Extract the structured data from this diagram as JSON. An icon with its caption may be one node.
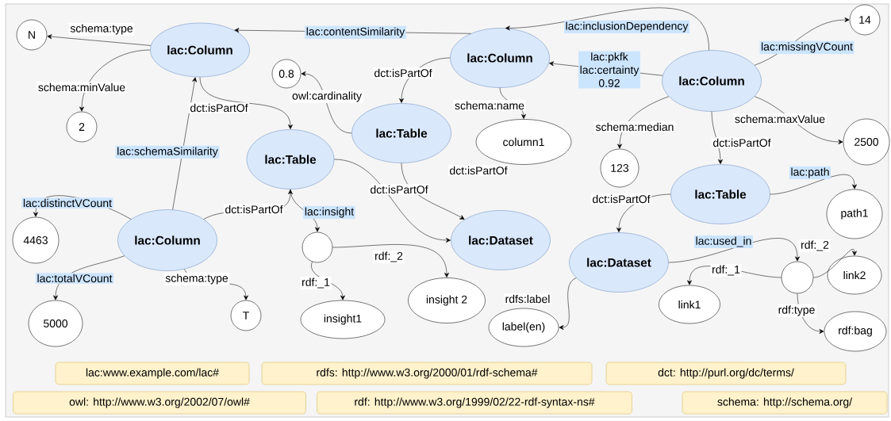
{
  "diagram": {
    "nodes": [
      {
        "text": [
          "N"
        ]
      },
      {
        "text": [
          "lac:Column"
        ]
      },
      {
        "text": [
          "2"
        ]
      },
      {
        "text": [
          "0.8"
        ]
      },
      {
        "text": [
          "lac:Column"
        ]
      },
      {
        "text": [
          "lac:Table"
        ]
      },
      {
        "text": [
          "lac:Table"
        ]
      },
      {
        "text": [
          "column1"
        ]
      },
      {
        "text": [
          "lac:Column"
        ]
      },
      {
        "text": [
          "14"
        ]
      },
      {
        "text": [
          "123"
        ]
      },
      {
        "text": [
          "2500"
        ]
      },
      {
        "text": [
          "lac:Column"
        ]
      },
      {
        "text": [
          "4463"
        ]
      },
      {
        "text": [
          "lac:Dataset"
        ]
      },
      {
        "text": [
          "lac:Table"
        ]
      },
      {
        "text": [
          "path1"
        ]
      },
      {
        "text": [],
        "shape": "circle"
      },
      {
        "text": [
          "lac:Dataset"
        ]
      },
      {
        "text": [
          "link2"
        ]
      },
      {
        "text": [],
        "shape": "circle"
      },
      {
        "text": [
          "link1"
        ]
      },
      {
        "text": [
          "5000"
        ]
      },
      {
        "text": [
          "T"
        ]
      },
      {
        "text": [
          "insight 2"
        ]
      },
      {
        "text": [
          "insight1"
        ]
      },
      {
        "text": [
          "label(en)"
        ]
      },
      {
        "text": [
          "rdf:bag"
        ]
      },
      {
        "text": [
          "lac:www.example.com/lac#"
        ]
      },
      {
        "text": [
          "rdfs: http://www.w3.org/2000/01/rdf-schema#"
        ]
      },
      {
        "text": [
          "dct: http://purl.org/dc/terms/"
        ]
      },
      {
        "text": [
          "owl: http://www.w3.org/2002/07/owl#"
        ]
      },
      {
        "text": [
          "rdf: http://www.w3.org/1999/02/22-rdf-syntax-ns#"
        ]
      },
      {
        "text": [
          "schema: http://schema.org/"
        ]
      }
    ],
    "edges": [
      {
        "from": 1,
        "to": 0,
        "arrow": "to",
        "label": "schema:type"
      },
      {
        "from": 4,
        "to": 1,
        "arrow": "to",
        "label": "lac:contentSimilarity"
      },
      {
        "from": 8,
        "to": 4,
        "arrow": "to",
        "label": "lac:inclusionDependency"
      },
      {
        "from": 8,
        "to": 4,
        "arrow": "to",
        "label": "lac:pkfk lac:certainty 0.92"
      },
      {
        "from": 8,
        "to": 9,
        "arrow": "to",
        "label": "lac:missingVCount"
      },
      {
        "from": 1,
        "to": 2,
        "arrow": "to",
        "label": "schema:minValue"
      },
      {
        "from": 1,
        "to": 5,
        "arrow": "to",
        "label": "dct:isPartOf"
      },
      {
        "from": 12,
        "to": 1,
        "arrow": "to",
        "label": "lac:schemaSimilarity"
      },
      {
        "from": 4,
        "to": 6,
        "arrow": "to",
        "label": "dct:isPartOf"
      },
      {
        "from": 6,
        "to": 3,
        "arrow": "to",
        "label": "owl:cardinality"
      },
      {
        "from": 4,
        "to": 7,
        "arrow": "to",
        "label": "schema:name"
      },
      {
        "from": 8,
        "to": 10,
        "arrow": "to",
        "label": "schema:median"
      },
      {
        "from": 8,
        "to": 11,
        "arrow": "to",
        "label": "schema:maxValue"
      },
      {
        "from": 8,
        "to": 15,
        "arrow": "to",
        "label": "dct:isPartOf"
      },
      {
        "from": 12,
        "to": 5,
        "arrow": "to",
        "label": "dct:isPartOf"
      },
      {
        "from": 12,
        "to": 13,
        "arrow": "to",
        "label": "lac:distinctVCount"
      },
      {
        "from": 12,
        "to": 22,
        "arrow": "to",
        "label": "lac:totalVCount"
      },
      {
        "from": 12,
        "to": 23,
        "arrow": "to",
        "label": "schema:type"
      },
      {
        "from": 5,
        "to": 17,
        "arrow": "to",
        "label": "lac:insight"
      },
      {
        "from": 5,
        "to": 14,
        "arrow": "to",
        "label": "dct:isPartOf"
      },
      {
        "from": 6,
        "to": 14,
        "arrow": "to",
        "label": "dct:isPartOf"
      },
      {
        "from": 15,
        "to": 16,
        "arrow": "to",
        "label": "lac:path"
      },
      {
        "from": 15,
        "to": 18,
        "arrow": "to",
        "label": "dct:isPartOf"
      },
      {
        "from": 18,
        "to": 20,
        "arrow": "to",
        "label": "lac:used_in"
      },
      {
        "from": 20,
        "to": 21,
        "arrow": "to",
        "label": "rdf:_1"
      },
      {
        "from": 20,
        "to": 19,
        "arrow": "to",
        "label": "rdf:_2"
      },
      {
        "from": 20,
        "to": 27,
        "arrow": "to",
        "label": "rdf:type"
      },
      {
        "from": 17,
        "to": 25,
        "arrow": "to",
        "label": "rdf:_1"
      },
      {
        "from": 17,
        "to": 24,
        "arrow": "to",
        "label": "rdf:_2"
      },
      {
        "from": 18,
        "to": 26,
        "arrow": "to",
        "label": "rdfs:label"
      }
    ]
  }
}
